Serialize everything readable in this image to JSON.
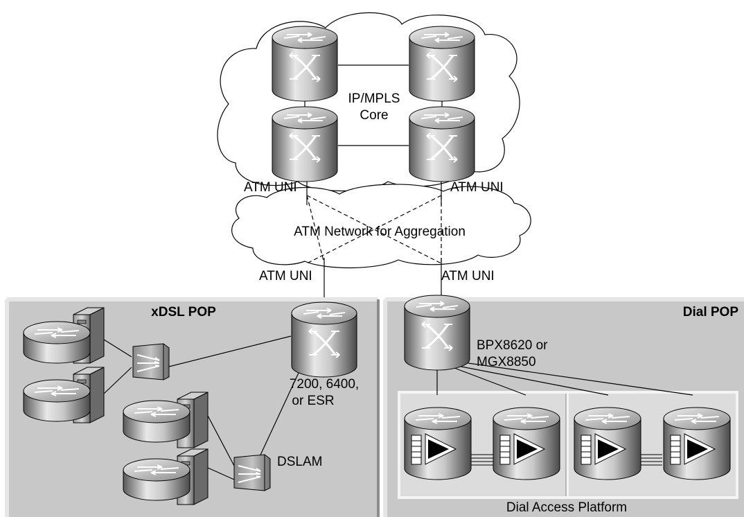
{
  "core": {
    "title_line1": "IP/MPLS",
    "title_line2": "Core"
  },
  "atm_cloud": {
    "title": "ATM Network for Aggregation"
  },
  "atm_uni_labels": [
    "ATM UNI",
    "ATM UNI",
    "ATM UNI",
    "ATM UNI"
  ],
  "xdsl_pop": {
    "title": "xDSL POP",
    "aggregator_line1": "7200, 6400,",
    "aggregator_line2": "or ESR",
    "dslam_label": "DSLAM"
  },
  "dial_pop": {
    "title": "Dial POP",
    "switch_line1": "BPX8620 or",
    "switch_line2": "MGX8850",
    "platform_label": "Dial Access Platform"
  },
  "icons": [
    "atm-switch-icon",
    "router-icon",
    "server-icon",
    "dslam-icon",
    "access-server-icon"
  ]
}
